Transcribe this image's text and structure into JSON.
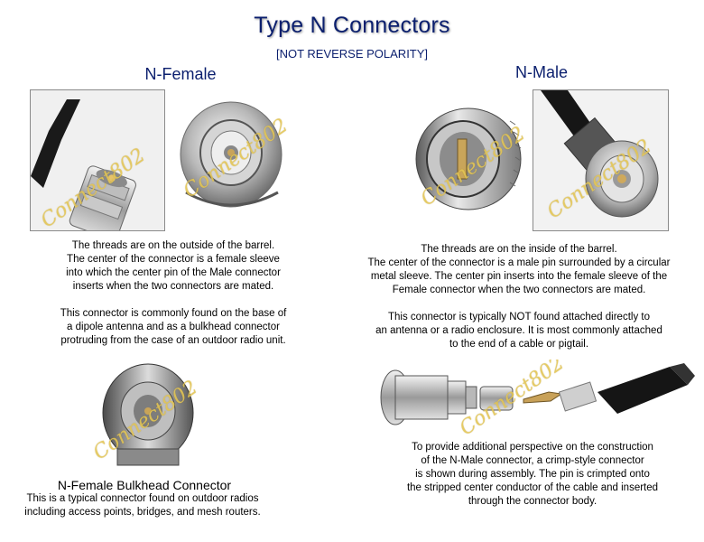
{
  "title": "Type N Connectors",
  "subtitle": "[NOT REVERSE POLARITY]",
  "watermark": "Connect802",
  "female": {
    "heading": "N-Female",
    "description": "The threads are on the outside of the barrel.\nThe center of the connector is a female sleeve\ninto which the center pin of the Male connector\ninserts when the two connectors are mated.\n\nThis connector is commonly found on the base of\na dipole antenna and as a bulkhead connector\nprotruding from the case of an outdoor radio unit."
  },
  "male": {
    "heading": "N-Male",
    "description": "The threads are on the inside of the barrel.\nThe center of the connector is a male pin surrounded by a circular\nmetal sleeve. The center pin inserts into the female sleeve of the\nFemale connector when the two connectors are mated.\n\nThis connector is typically NOT found attached directly to\nan antenna or a radio enclosure. It is most commonly attached\nto the end of a cable or pigtail."
  },
  "bulkhead": {
    "heading": "N-Female Bulkhead Connector",
    "description": "This is a typical connector found on outdoor radios\nincluding access points, bridges, and mesh routers."
  },
  "assembly": {
    "description": "To provide additional perspective on the construction\nof the N-Male connector, a crimp-style connector\nis shown during assembly. The pin is crimpted onto\nthe stripped center conductor of the cable and inserted\nthrough the connector body."
  }
}
